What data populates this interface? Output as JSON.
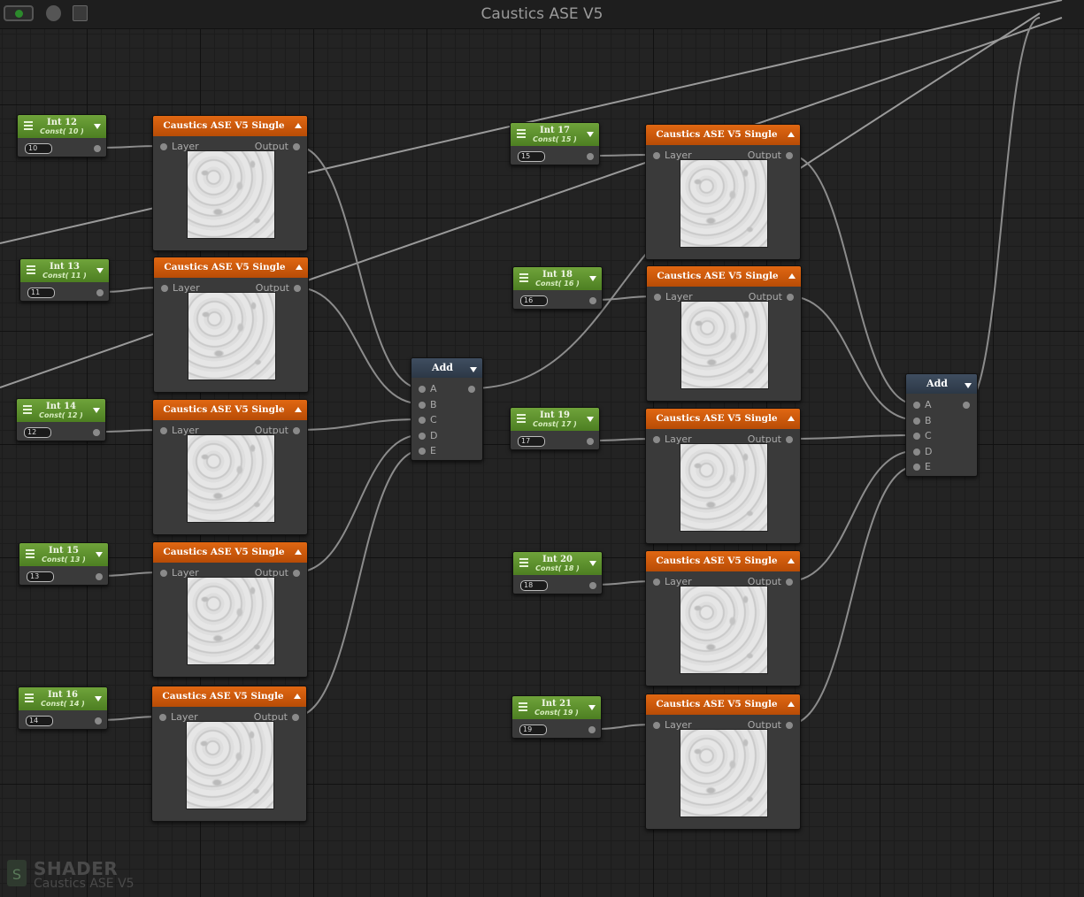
{
  "window": {
    "title": "Caustics ASE V5"
  },
  "watermark": {
    "kind": "SHADER",
    "name": "Caustics ASE V5"
  },
  "colors": {
    "int_node": "#5b8f2c",
    "texture_node": "#d35c0c",
    "add_node": "#34414f",
    "wire": "#8c8c8c"
  },
  "int_nodes": [
    {
      "name": "Int 12",
      "const": "Const( 10 )",
      "value": "10"
    },
    {
      "name": "Int 13",
      "const": "Const( 11 )",
      "value": "11"
    },
    {
      "name": "Int 14",
      "const": "Const( 12 )",
      "value": "12"
    },
    {
      "name": "Int 15",
      "const": "Const( 13 )",
      "value": "13"
    },
    {
      "name": "Int 16",
      "const": "Const( 14 )",
      "value": "14"
    },
    {
      "name": "Int 17",
      "const": "Const( 15 )",
      "value": "15"
    },
    {
      "name": "Int 18",
      "const": "Const( 16 )",
      "value": "16"
    },
    {
      "name": "Int 19",
      "const": "Const( 17 )",
      "value": "17"
    },
    {
      "name": "Int 20",
      "const": "Const( 18 )",
      "value": "18"
    },
    {
      "name": "Int 21",
      "const": "Const( 19 )",
      "value": "19"
    }
  ],
  "texture_nodes": [
    {
      "name": "Caustics ASE V5 Single",
      "input": "Layer",
      "output": "Output"
    },
    {
      "name": "Caustics ASE V5 Single",
      "input": "Layer",
      "output": "Output"
    },
    {
      "name": "Caustics ASE V5 Single",
      "input": "Layer",
      "output": "Output"
    },
    {
      "name": "Caustics ASE V5 Single",
      "input": "Layer",
      "output": "Output"
    },
    {
      "name": "Caustics ASE V5 Single",
      "input": "Layer",
      "output": "Output"
    },
    {
      "name": "Caustics ASE V5 Single",
      "input": "Layer",
      "output": "Output"
    },
    {
      "name": "Caustics ASE V5 Single",
      "input": "Layer",
      "output": "Output"
    },
    {
      "name": "Caustics ASE V5 Single",
      "input": "Layer",
      "output": "Output"
    },
    {
      "name": "Caustics ASE V5 Single",
      "input": "Layer",
      "output": "Output"
    },
    {
      "name": "Caustics ASE V5 Single",
      "input": "Layer",
      "output": "Output"
    }
  ],
  "add_nodes": [
    {
      "name": "Add",
      "inputs": [
        "A",
        "B",
        "C",
        "D",
        "E"
      ]
    },
    {
      "name": "Add",
      "inputs": [
        "A",
        "B",
        "C",
        "D",
        "E"
      ]
    }
  ]
}
